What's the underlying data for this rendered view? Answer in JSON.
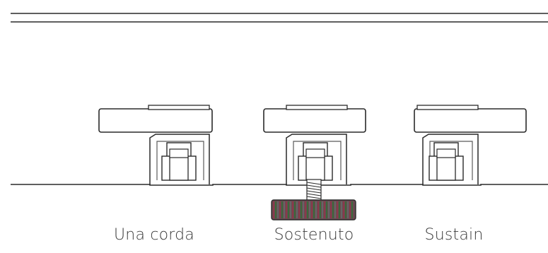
{
  "diagram": {
    "pedals": [
      {
        "id": "una-corda",
        "label": "Una corda"
      },
      {
        "id": "sostenuto",
        "label": "Sostenuto"
      },
      {
        "id": "sustain",
        "label": "Sustain"
      }
    ]
  },
  "colors": {
    "outline": "#2a2a2a",
    "background": "#ffffff",
    "knob_red": "#8a3a4a",
    "knob_green": "#3a6a3a",
    "knob_gray": "#666666",
    "label": "#3a3a3a"
  }
}
